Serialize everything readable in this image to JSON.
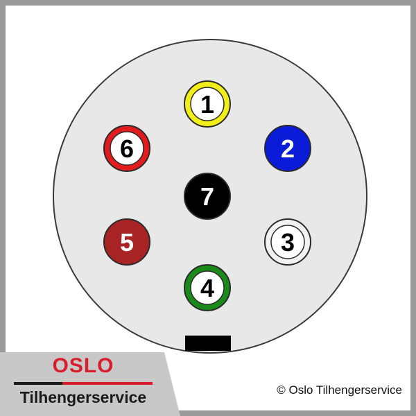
{
  "pins": [
    {
      "number": "1",
      "fill": "#ffffff",
      "ring": "#f2ee1a",
      "text": "#000000"
    },
    {
      "number": "2",
      "fill": "#0a1cd8",
      "ring": "#0a1cd8",
      "text": "#ffffff"
    },
    {
      "number": "3",
      "fill": "#ffffff",
      "ring": "#f2f2f2",
      "text": "#000000"
    },
    {
      "number": "4",
      "fill": "#ffffff",
      "ring": "#1a8a1a",
      "text": "#000000"
    },
    {
      "number": "5",
      "fill": "#a82424",
      "ring": "#a82424",
      "text": "#ffffff"
    },
    {
      "number": "6",
      "fill": "#ffffff",
      "ring": "#e21c1c",
      "text": "#000000"
    },
    {
      "number": "7",
      "fill": "#000000",
      "ring": "#000000",
      "text": "#ffffff"
    }
  ],
  "colors": {
    "frame": "#9a9a9a",
    "face": "#e8e8e8",
    "key": "#000000",
    "logo_panel": "#c8c8c8",
    "logo_red": "#d81e2c",
    "logo_dark": "#1a1a1a"
  },
  "logo": {
    "top": "OSLO",
    "bottom": "Tilhengerservice"
  },
  "copyright": "© Oslo Tilhengerservice"
}
